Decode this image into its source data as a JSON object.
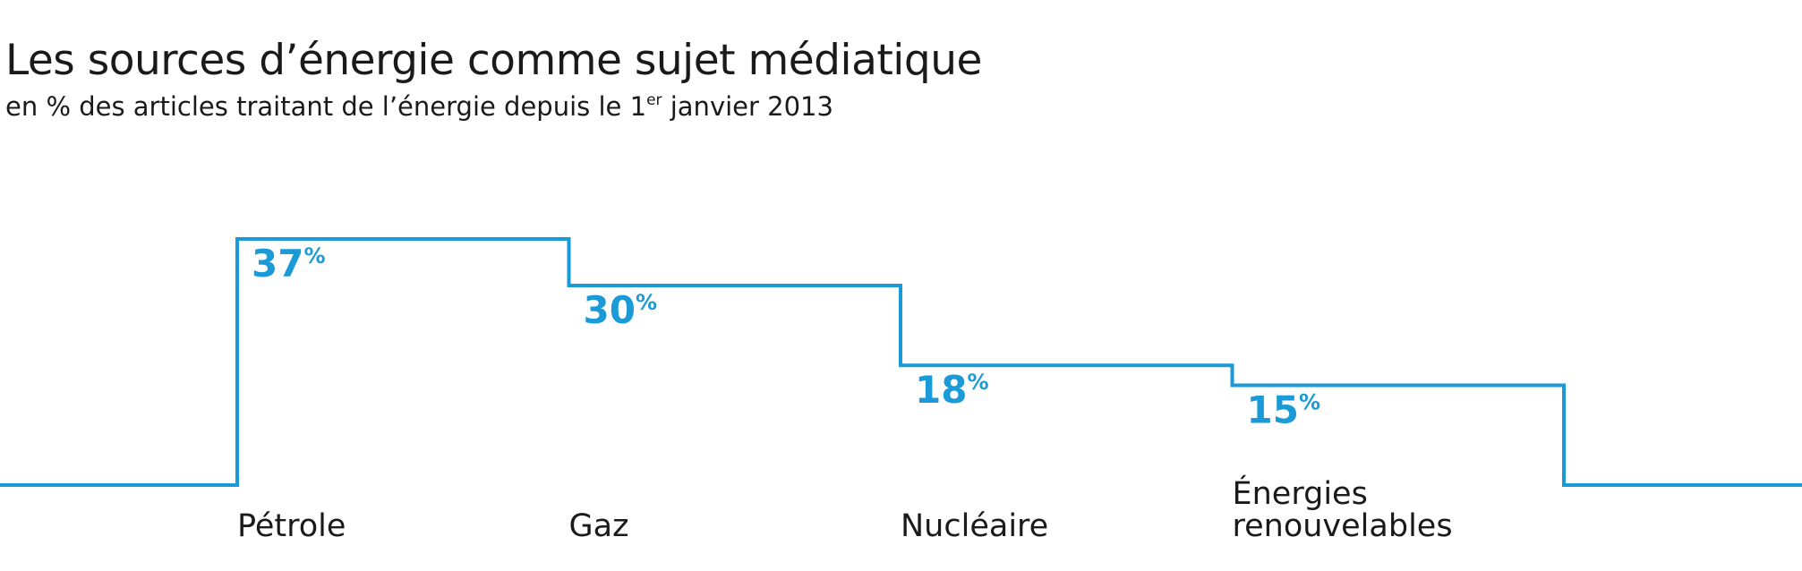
{
  "title": "Les sources d’énergie comme sujet médiatique",
  "subtitle": {
    "before": "en % des articles traitant de l’énergie depuis le 1",
    "sup": "er",
    "after": " janvier 2013"
  },
  "colors": {
    "accent": "#1a9ad6",
    "text": "#1a1a1a"
  },
  "chart_data": {
    "type": "bar",
    "style": "step",
    "categories": [
      "Pétrole",
      "Gaz",
      "Nucléaire",
      "Énergies renouvelables"
    ],
    "category_lines": [
      [
        "Pétrole"
      ],
      [
        "Gaz"
      ],
      [
        "Nucléaire"
      ],
      [
        "Énergies",
        "renouvelables"
      ]
    ],
    "values": [
      37,
      30,
      18,
      15
    ],
    "value_labels": [
      "37",
      "30",
      "18",
      "15"
    ],
    "value_unit": "%",
    "title": "Les sources d’énergie comme sujet médiatique",
    "xlabel": "",
    "ylabel": "",
    "ylim": [
      0,
      37
    ],
    "grid": false,
    "legend": "none"
  }
}
